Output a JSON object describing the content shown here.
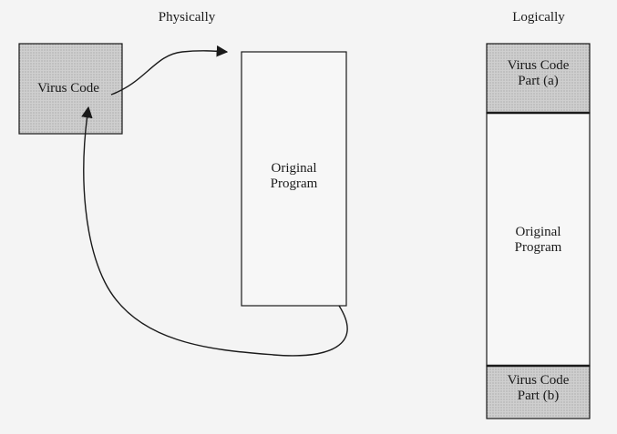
{
  "headers": {
    "physically": "Physically",
    "logically": "Logically"
  },
  "physical": {
    "virus_code": "Virus Code",
    "original_program_line1": "Original",
    "original_program_line2": "Program"
  },
  "logical": {
    "virus_part_a_line1": "Virus Code",
    "virus_part_a_line2": "Part (a)",
    "original_program_line1": "Original",
    "original_program_line2": "Program",
    "virus_part_b_line1": "Virus Code",
    "virus_part_b_line2": "Part (b)"
  },
  "colors": {
    "shaded_fill": "#c9c9c9",
    "border": "#1a1a1a",
    "background": "#f4f4f4"
  }
}
